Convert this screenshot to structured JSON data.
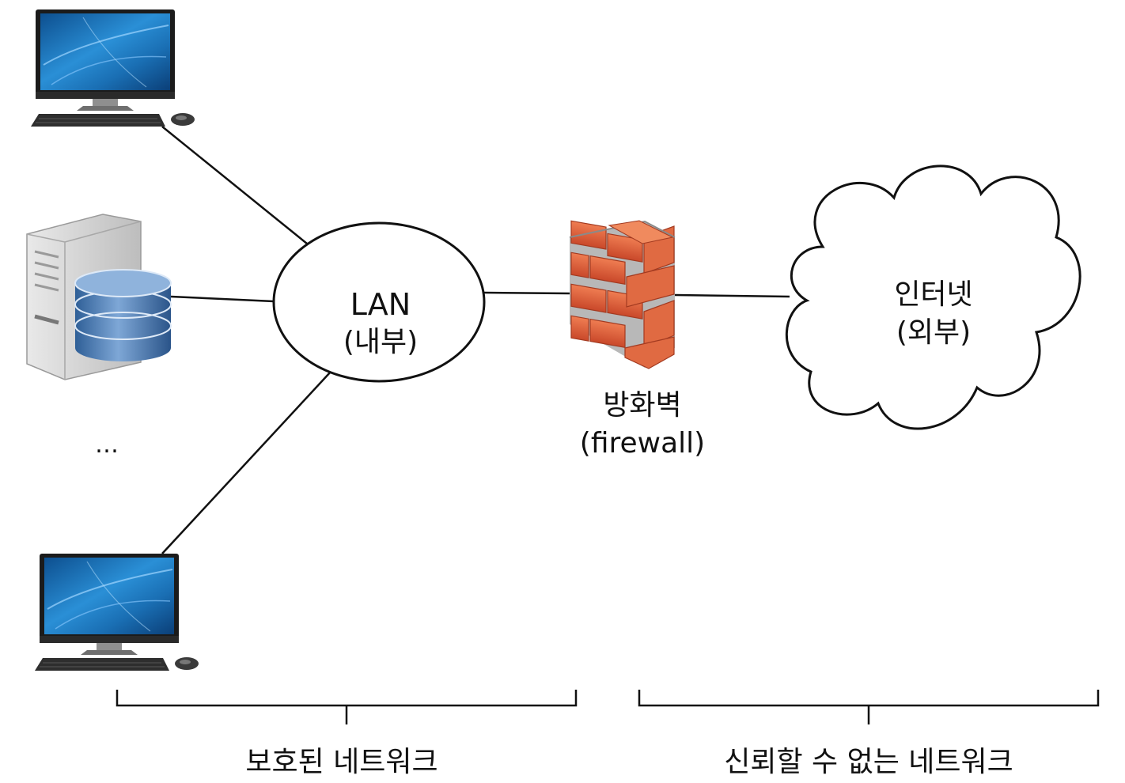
{
  "lan": {
    "title": "LAN",
    "subtitle": "(내부)"
  },
  "firewall": {
    "title": "방화벽",
    "subtitle": "(firewall)"
  },
  "internet": {
    "title": "인터넷",
    "subtitle": "(외부)"
  },
  "ellipsis": "…",
  "brace_left": {
    "label": "보호된 네트워크"
  },
  "brace_right": {
    "label": "신뢰할 수 없는 네트워크"
  },
  "icons": {
    "desktop": "desktop-computer-icon",
    "server": "database-server-icon",
    "firewall": "brick-wall-icon",
    "cloud": "cloud-icon"
  },
  "colors": {
    "line": "#111111",
    "screen": "#1a6fb4",
    "brick": "#d9603a",
    "database": "#5b86b8"
  }
}
